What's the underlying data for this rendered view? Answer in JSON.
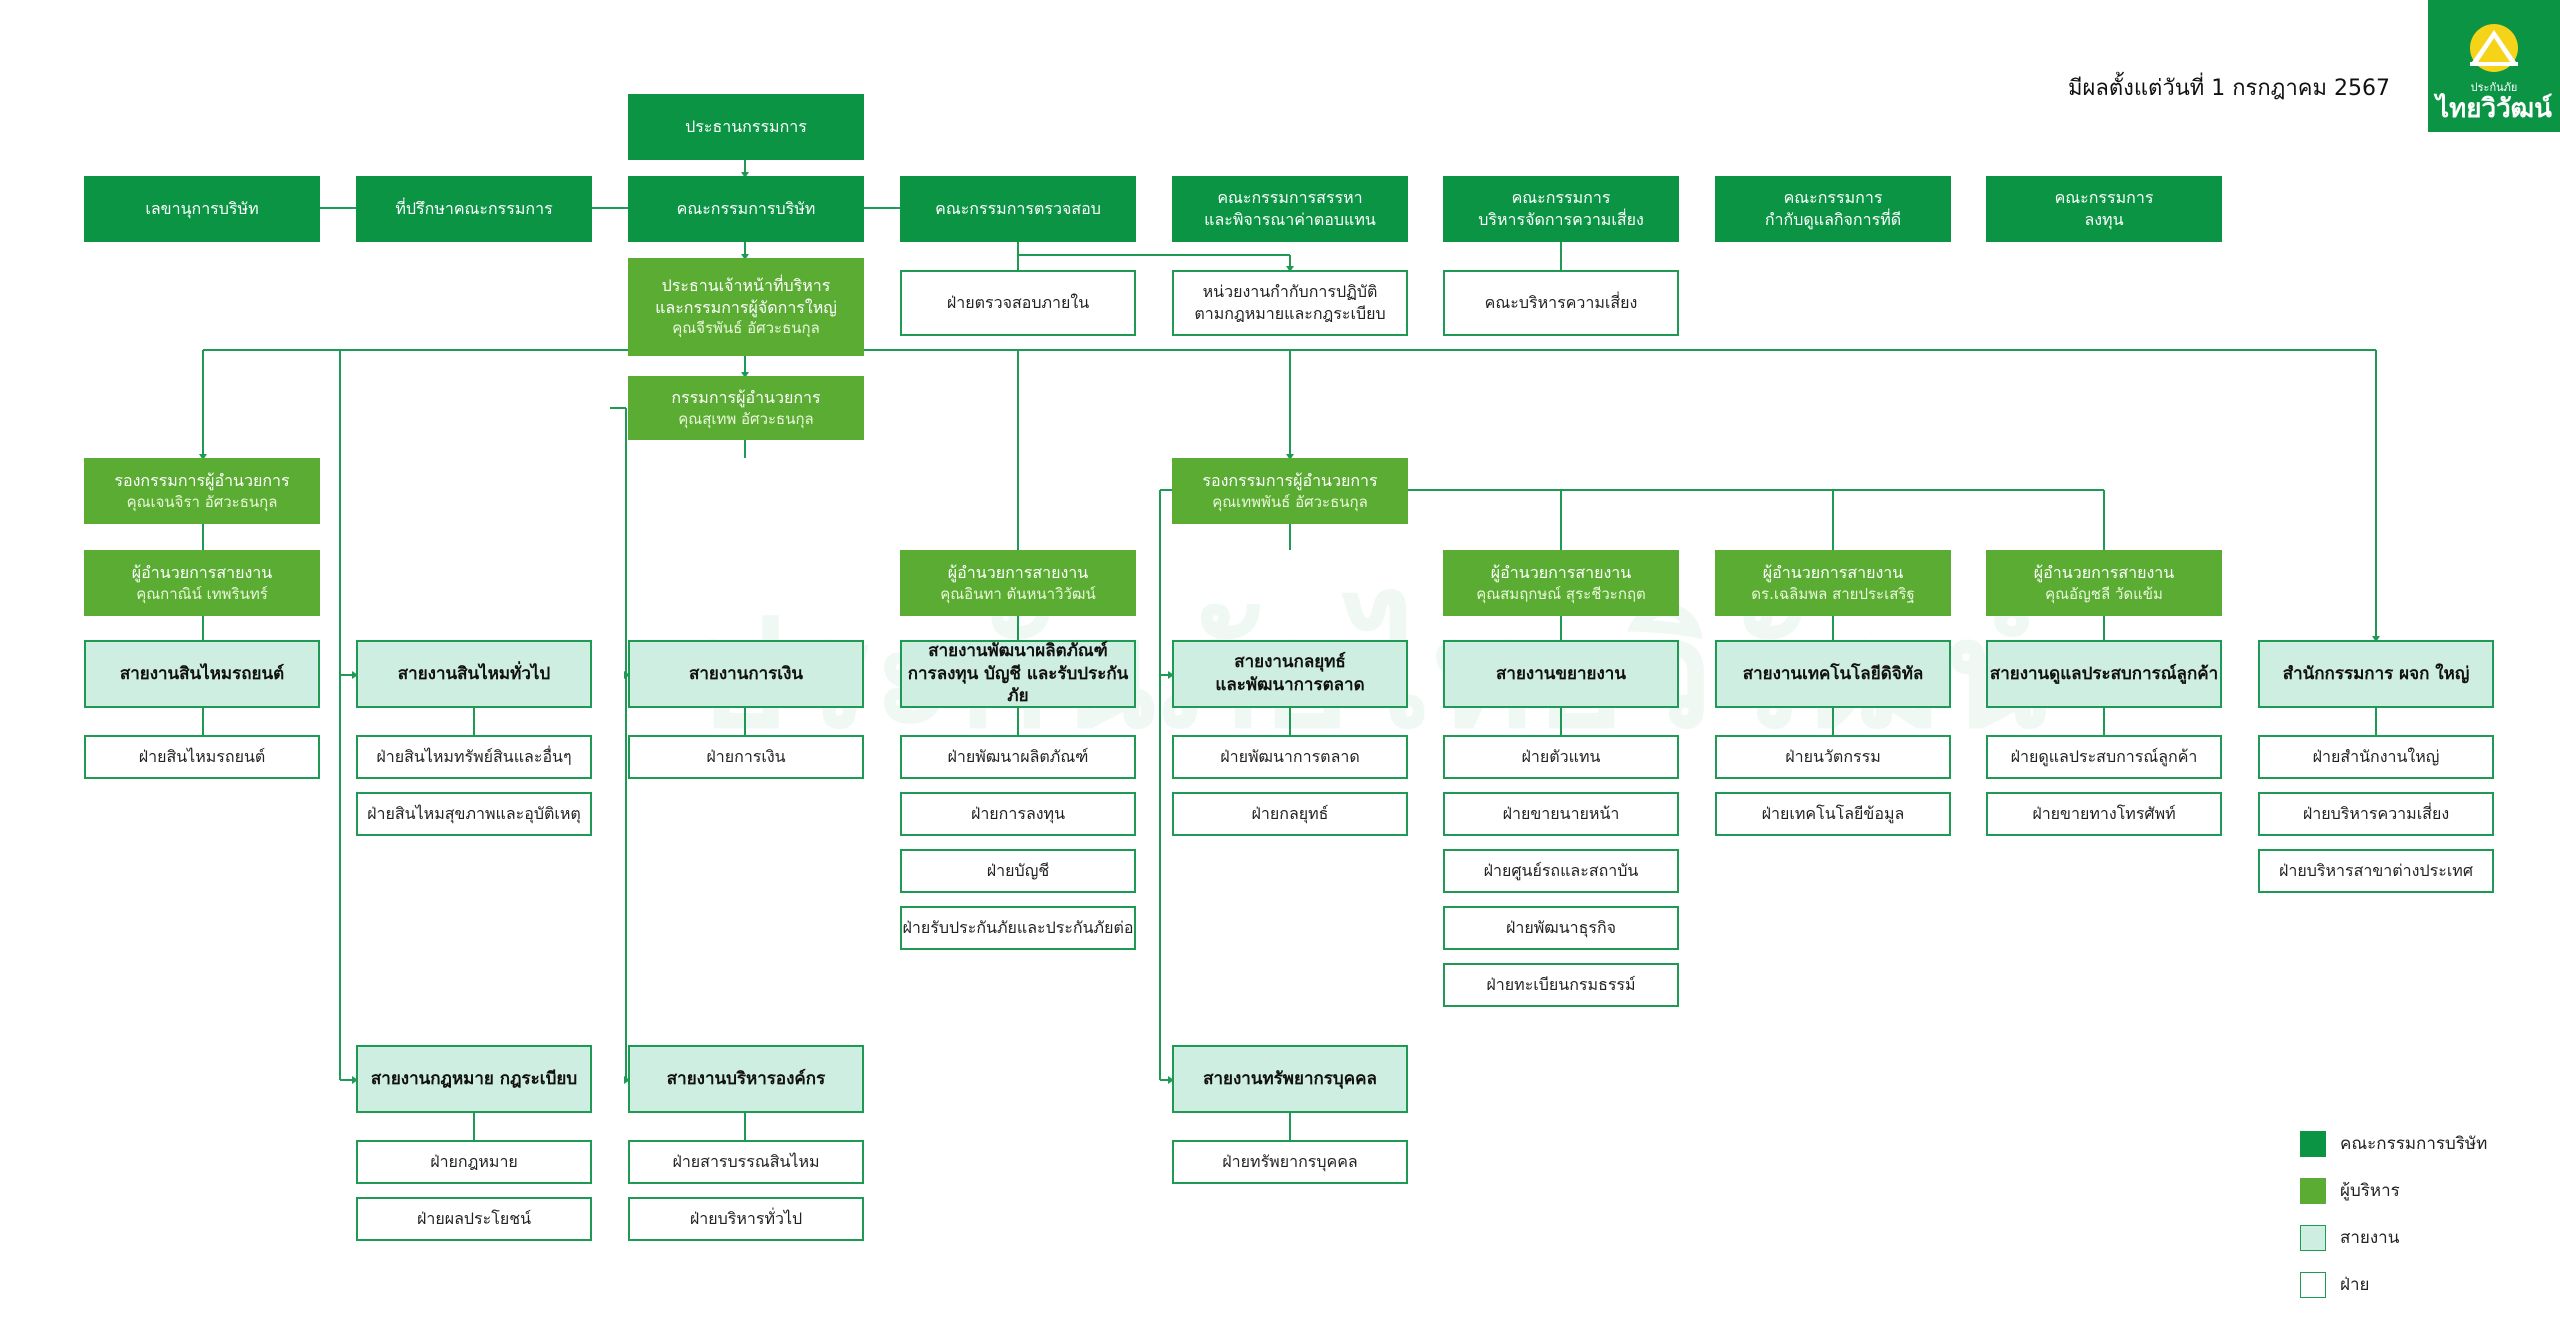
{
  "header": {
    "effective_date": "มีผลตั้งแต่วันที่ 1 กรกฎาคม 2567"
  },
  "logo": {
    "small": "ประกันภัย",
    "big": "ไทยวิวัฒน์",
    "wordmark": "ประกันภัยไทยวิวัฒน์"
  },
  "colors": {
    "board": "#0b9444",
    "executive": "#5aac32",
    "line": "#cfeee2",
    "department": "#ffffff"
  },
  "board": {
    "chairman": "ประธานกรรมการ",
    "secretary": "เลขานุการบริษัท",
    "advisor": "ที่ปรึกษาคณะกรรมการ",
    "board_of_directors": "คณะกรรมการบริษัท",
    "audit_committee": "คณะกรรมการตรวจสอบ",
    "nomination": {
      "l1": "คณะกรรมการสรรหา",
      "l2": "และพิจารณาค่าตอบแทน"
    },
    "risk_committee": {
      "l1": "คณะกรรมการ",
      "l2": "บริหารจัดการความเสี่ยง"
    },
    "cg_committee": {
      "l1": "คณะกรรมการ",
      "l2": "กำกับดูแลกิจการที่ดี"
    },
    "investment_committee": {
      "l1": "คณะกรรมการ",
      "l2": "ลงทุน"
    },
    "internal_audit": "ฝ่ายตรวจสอบภายใน",
    "compliance": {
      "l1": "หน่วยงานกำกับการปฏิบัติ",
      "l2": "ตามกฎหมายและกฎระเบียบ"
    },
    "risk_management": "คณะบริหารความเสี่ยง"
  },
  "executives": {
    "ceo": {
      "l1": "ประธานเจ้าหน้าที่บริหาร",
      "l2": "และกรรมการผู้จัดการใหญ่",
      "name": "คุณจีรพันธ์ อัศวะธนกุล"
    },
    "md": {
      "title": "กรรมการผู้อำนวยการ",
      "name": "คุณสุเทพ อัศวะธนกุล"
    },
    "dmd1": {
      "title": "รองกรรมการผู้อำนวยการ",
      "name": "คุณเจนจิรา อัศวะธนกุล"
    },
    "dmd2": {
      "title": "รองกรรมการผู้อำนวยการ",
      "name": "คุณเทพพันธ์ อัศวะธนกุล"
    },
    "svp_motor": {
      "title": "ผู้อำนวยการสายงาน",
      "name": "คุณกาณิน์ เทพรินทร์"
    },
    "svp_product": {
      "title": "ผู้อำนวยการสายงาน",
      "name": "คุณอินทา ตันหนาวิวัฒน์"
    },
    "svp_sales": {
      "title": "ผู้อำนวยการสายงาน",
      "name": "คุณสมฤกษณ์ สุระชีวะกฤต"
    },
    "svp_tech": {
      "title": "ผู้อำนวยการสายงาน",
      "name": "ดร.เฉลิมพล สายประเสริฐ"
    },
    "svp_cx": {
      "title": "ผู้อำนวยการสายงาน",
      "name": "คุณอัญชลี วัดแข้ม"
    }
  },
  "lines": {
    "motor": "สายงานสินไหมรถยนต์",
    "general_claims": "สายงานสินไหมทั่วไป",
    "finance": "สายงานการเงิน",
    "product": {
      "l1": "สายงานพัฒนาผลิตภัณฑ์",
      "l2": "การลงทุน บัญชี และรับประกันภัย"
    },
    "strategy": {
      "l1": "สายงานกลยุทธ์",
      "l2": "และพัฒนาการตลาด"
    },
    "sales": "สายงานขยายงาน",
    "tech": "สายงานเทคโนโลยีดิจิทัล",
    "cx": "สายงานดูแลประสบการณ์ลูกค้า",
    "office": "สำนักกรรมการ ผจก ใหญ่",
    "legal": "สายงานกฎหมาย กฎระเบียบ",
    "org": "สายงานบริหารองค์กร",
    "hr": "สายงานทรัพยากรบุคคล"
  },
  "departments": {
    "motor": [
      "ฝ่ายสินไหมรถยนต์"
    ],
    "general_claims": [
      "ฝ่ายสินไหมทรัพย์สินและอื่นๆ",
      "ฝ่ายสินไหมสุขภาพและอุบัติเหตุ"
    ],
    "finance": [
      "ฝ่ายการเงิน"
    ],
    "product": [
      "ฝ่ายพัฒนาผลิตภัณฑ์",
      "ฝ่ายการลงทุน",
      "ฝ่ายบัญชี",
      "ฝ่ายรับประกันภัยและประกันภัยต่อ"
    ],
    "strategy": [
      "ฝ่ายพัฒนาการตลาด",
      "ฝ่ายกลยุทธ์"
    ],
    "sales": [
      "ฝ่ายตัวแทน",
      "ฝ่ายขายนายหน้า",
      "ฝ่ายศูนย์รถและสถาบัน",
      "ฝ่ายพัฒนาธุรกิจ",
      "ฝ่ายทะเบียนกรมธรรม์"
    ],
    "tech": [
      "ฝ่ายนวัตกรรม",
      "ฝ่ายเทคโนโลยีข้อมูล"
    ],
    "cx": [
      "ฝ่ายดูแลประสบการณ์ลูกค้า",
      "ฝ่ายขายทางโทรศัพท์"
    ],
    "office": [
      "ฝ่ายสำนักงานใหญ่",
      "ฝ่ายบริหารความเสี่ยง",
      "ฝ่ายบริหารสาขาต่างประเทศ"
    ],
    "legal": [
      "ฝ่ายกฎหมาย",
      "ฝ่ายผลประโยชน์"
    ],
    "org": [
      "ฝ่ายสารบรรณสินไหม",
      "ฝ่ายบริหารทั่วไป"
    ],
    "hr": [
      "ฝ่ายทรัพยากรบุคคล"
    ]
  },
  "legend": {
    "board": "คณะกรรมการบริษัท",
    "executive": "ผู้บริหาร",
    "line": "สายงาน",
    "department": "ฝ่าย"
  }
}
